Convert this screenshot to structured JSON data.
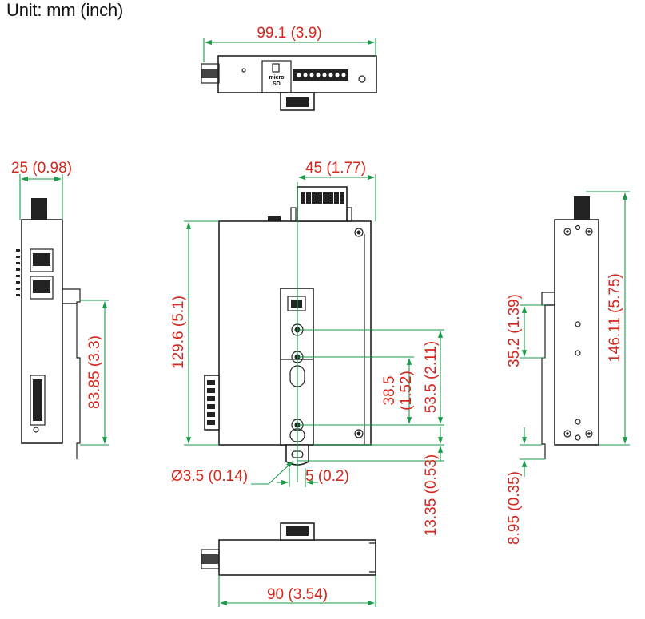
{
  "title": "Unit: mm (inch)",
  "dimensions": {
    "top_width": "99.1 (3.9)",
    "side_depth": "25 (0.98)",
    "side_rail_height": "83.85 (3.3)",
    "front_terminal_width": "45 (1.77)",
    "front_height": "129.6 (5.1)",
    "front_hole_spacing_1": "38.5",
    "front_hole_spacing_1_inch": "(1.52)",
    "front_hole_spacing_2": "53.5 (2.11)",
    "hole_diameter": "Ø3.5 (0.14)",
    "slot_width": "5 (0.2)",
    "bottom_offset": "13.35 (0.53)",
    "right_mount_spacing": "35.2 (1.39)",
    "right_total_height": "146.11 (5.75)",
    "right_bottom_offset": "8.95 (0.35)",
    "bottom_width": "90 (3.54)"
  },
  "colors": {
    "dimension_text": "#d6271e",
    "dimension_lines": "#1a9a48",
    "outline": "#222222"
  },
  "labels": {
    "microsd_1": "micro",
    "microsd_2": "SD"
  }
}
